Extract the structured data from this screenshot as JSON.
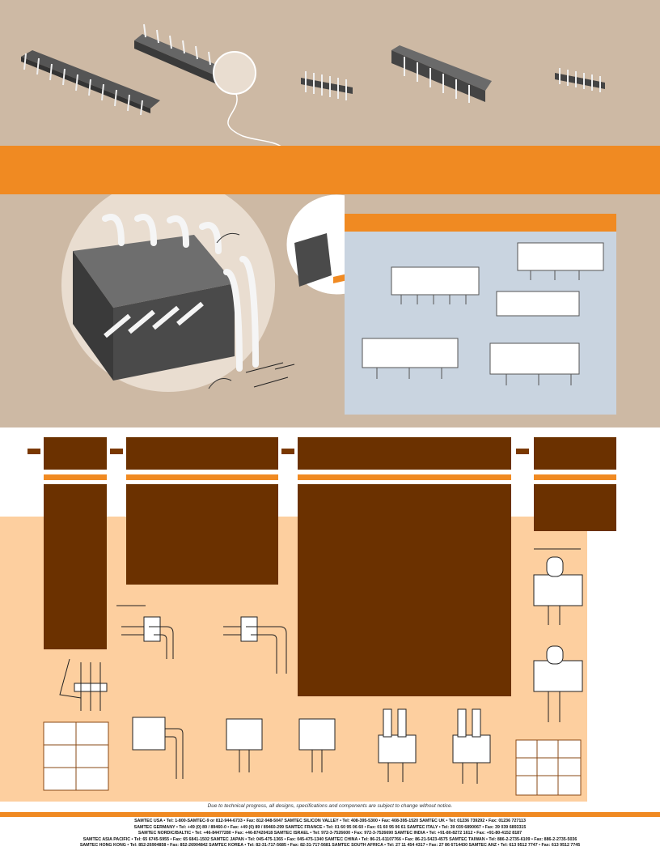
{
  "disclaimer": "Due to technical progress, all designs, specifications and components are subject to change without notice.",
  "footer_lines": [
    "SAMTEC USA • Tel: 1-800-SAMTEC-9 or 812-944-6733 • Fax: 812-948-5047     SAMTEC SILICON VALLEY • Tel: 408-395-5300 • Fax: 408-395-1520     SAMTEC UK • Tel: 01236 739292 • Fax: 01236 727113",
    "SAMTEC GERMANY • Tel: +49 (0) 89 / 89460-0 • Fax: +49 (0) 89 / 89460-299     SAMTEC FRANCE • Tel: 01 60 95 06 60 • Fax: 01 60 95 06 61     SAMTEC ITALY • Tel: 39 039 6890067 • Fax: 39 039 6893315",
    "SAMTEC NORDIC/BALTIC • Tel: +46-84477280 • Fax: +46-87420418     SAMTEC ISRAEL • Tel: 972-3-7526600 • Fax: 972-3-7526690     SAMTEC INDIA • Tel: +91-80-8272 1612 • Fax: +91-80-4152 8187",
    "SAMTEC ASIA PACIFIC • Tel: 65 6745-5955 • Fax: 65 6841-1502     SAMTEC JAPAN • Tel: 045-475-1365 • Fax: 045-475-1340     SAMTEC CHINA • Tel: 86-21-61107766 • Fax: 86-21-5423-4575     SAMTEC TAIWAN • Tel: 886-2-2735-6109 • Fax: 886-2-2735-5036",
    "SAMTEC HONG KONG • Tel: 852-26904858 • Fax: 852-26904842     SAMTEC KOREA • Tel: 82-31-717-5685 • Fax: 82-31-717-5681     SAMTEC SOUTH AFRICA • Tel: 27 11 454 4317 • Fax: 27 86 6714430     SAMTEC ANZ • Tel: 613 9512 7747 • Fax: 613 9512 7745"
  ],
  "colors": {
    "tan": "#cdb9a4",
    "orange": "#f08a22",
    "brown": "#6b3100",
    "peach": "#fdcf9f",
    "panel_gray": "#c9d4e0"
  },
  "icons": [
    "connector-strip-illustration",
    "shrouded-header-illustration",
    "zoom-circle-illustration",
    "pin-diagram"
  ]
}
